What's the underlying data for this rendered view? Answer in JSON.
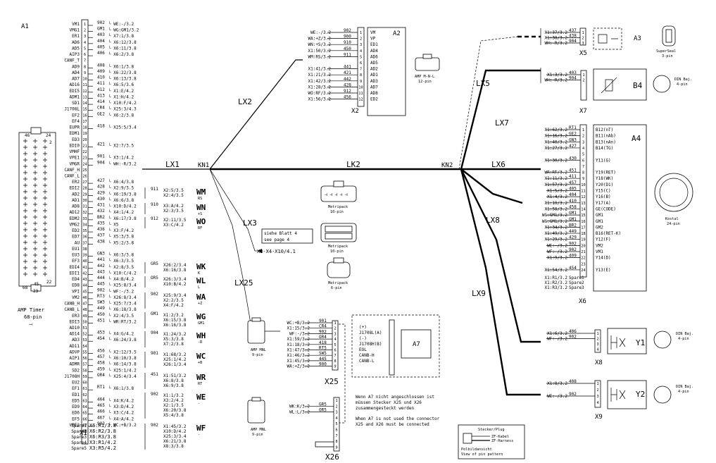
{
  "a1": {
    "title": "A1",
    "caption": [
      "AMP Timer",
      "68-pin"
    ],
    "plug_numbers": [
      "46",
      "24",
      "2",
      "68",
      "45",
      "22",
      "23"
    ],
    "pins": [
      {
        "n": "1",
        "label": "VM1",
        "wire": "902",
        "dest": "WE:-/3.2"
      },
      {
        "n": "2",
        "label": "VMG1",
        "wire": "GM1",
        "dest": "WG:GM1/3.2"
      },
      {
        "n": "3",
        "label": "ER1",
        "wire": "403",
        "dest": "X7:1/3.8"
      },
      {
        "n": "4",
        "label": "AD6",
        "wire": "404",
        "dest": "X6:12/3.8"
      },
      {
        "n": "5",
        "label": "AD5",
        "wire": "405",
        "dest": "X6:11/3.8"
      },
      {
        "n": "6",
        "label": "AIP3",
        "wire": "406",
        "dest": "X6:2/3.8"
      },
      {
        "n": "7",
        "label": "CANF_T",
        "wire": "",
        "dest": ""
      },
      {
        "n": "8",
        "label": "AD9",
        "wire": "408",
        "dest": "X6:1/3.8"
      },
      {
        "n": "9",
        "label": "AD4",
        "wire": "409",
        "dest": "X6:22/3.8"
      },
      {
        "n": "10",
        "label": "AD7",
        "wire": "410",
        "dest": "X6:13/3.8"
      },
      {
        "n": "11",
        "label": "AD16",
        "wire": "411",
        "dest": "X6:5/3.6"
      },
      {
        "n": "12",
        "label": "EDI5",
        "wire": "412",
        "dest": "X1:E/4.2"
      },
      {
        "n": "13",
        "label": "ADM1",
        "wire": "413",
        "dest": "X1:H/4.2"
      },
      {
        "n": "14",
        "label": "SD1",
        "wire": "414",
        "dest": "X10:F/4.2"
      },
      {
        "n": "15",
        "label": "J1708L",
        "wire": "CR4",
        "dest": "X25:3/4.3"
      },
      {
        "n": "16",
        "label": "EF2",
        "wire": "GE2",
        "dest": "X6:2/3.8"
      },
      {
        "n": "17",
        "label": "EF4",
        "wire": "",
        "dest": ""
      },
      {
        "n": "18",
        "label": "EUPR",
        "wire": "418",
        "dest": "X25:5/3.4"
      },
      {
        "n": "19",
        "label": "EDM1",
        "wire": "",
        "dest": ""
      },
      {
        "n": "20",
        "label": "ED3",
        "wire": "",
        "dest": ""
      },
      {
        "n": "21",
        "label": "EDI0",
        "wire": "421",
        "dest": "X2:7/3.5"
      },
      {
        "n": "22",
        "label": "VMHF",
        "wire": "",
        "dest": ""
      },
      {
        "n": "23",
        "label": "VPE1",
        "wire": "901",
        "dest": "X3:1/4.2"
      },
      {
        "n": "24",
        "label": "VMGR",
        "wire": "904",
        "dest": "WH:-R/3.2"
      },
      {
        "n": "25",
        "label": "CANF_H",
        "wire": "",
        "dest": ""
      },
      {
        "n": "26",
        "label": "CANF_L",
        "wire": "",
        "dest": ""
      },
      {
        "n": "27",
        "label": "ER2",
        "wire": "427",
        "dest": "X6:4/3.8"
      },
      {
        "n": "28",
        "label": "EDI2",
        "wire": "428",
        "dest": "X2:9/3.5"
      },
      {
        "n": "29",
        "label": "AD2",
        "wire": "429",
        "dest": "X6:19/3.8"
      },
      {
        "n": "30",
        "label": "AD1",
        "wire": "430",
        "dest": "X6:6/3.8"
      },
      {
        "n": "31",
        "label": "AD8",
        "wire": "431",
        "dest": "X10:D/4.2"
      },
      {
        "n": "32",
        "label": "AD12",
        "wire": "432",
        "dest": "X4:1/4.2"
      },
      {
        "n": "33",
        "label": "EDM2",
        "wire": "BR2",
        "dest": "X6:17/3.8"
      },
      {
        "n": "34",
        "label": "VMG2",
        "wire": "435",
        "dest": "X5"
      },
      {
        "n": "35",
        "label": "ED2",
        "wire": "436",
        "dest": "X3:F/4.2"
      },
      {
        "n": "36",
        "label": "ED7",
        "wire": "437",
        "dest": "X5:3/3.8"
      },
      {
        "n": "37",
        "label": "AU",
        "wire": "438",
        "dest": "X5:2/3.8"
      },
      {
        "n": "38",
        "label": "EU1",
        "wire": "",
        "dest": ""
      },
      {
        "n": "39",
        "label": "EU3",
        "wire": "GN3",
        "dest": "X6:3/3.8"
      },
      {
        "n": "40",
        "label": "EF3",
        "wire": "441",
        "dest": "X6:3/3.5"
      },
      {
        "n": "41",
        "label": "EDI4",
        "wire": "442",
        "dest": "X2:8/3.5"
      },
      {
        "n": "42",
        "label": "EDI1",
        "wire": "443",
        "dest": "X10:C/4.2"
      },
      {
        "n": "43",
        "label": "ED4",
        "wire": "444",
        "dest": "X4:B/4.2"
      },
      {
        "n": "44",
        "label": "ED8",
        "wire": "445",
        "dest": "X25:8/3.4"
      },
      {
        "n": "45",
        "label": "VPI",
        "wire": "902",
        "dest": "WF:-/3.2"
      },
      {
        "n": "46",
        "label": "VM2",
        "wire": "RT3",
        "dest": "X26:8/3.4"
      },
      {
        "n": "47",
        "label": "CANB_H",
        "wire": "SW3",
        "dest": "X25:7/3.4"
      },
      {
        "n": "48",
        "label": "CANB_L",
        "wire": "449",
        "dest": "X6:18/3.8"
      },
      {
        "n": "49",
        "label": "ER3",
        "wire": "450",
        "dest": "X2:4/3.5"
      },
      {
        "n": "50",
        "label": "EDI3",
        "wire": "451",
        "dest": "WR:RT/3.2"
      },
      {
        "n": "51",
        "label": "AD10",
        "wire": "",
        "dest": ""
      },
      {
        "n": "52",
        "label": "AD14",
        "wire": "453",
        "dest": "X4:G/4.2"
      },
      {
        "n": "53",
        "label": "AD3",
        "wire": "454",
        "dest": "X6:24/3.8"
      },
      {
        "n": "54",
        "label": "AD11",
        "wire": "",
        "dest": ""
      },
      {
        "n": "55",
        "label": "ADVP",
        "wire": "456",
        "dest": "X2:12/3.5"
      },
      {
        "n": "56",
        "label": "AIP1",
        "wire": "457",
        "dest": "X6:10/3.8"
      },
      {
        "n": "57",
        "label": "ADMR",
        "wire": "458",
        "dest": "X6:14/3.8"
      },
      {
        "n": "58",
        "label": "SD2",
        "wire": "459",
        "dest": "X25:1/4.2"
      },
      {
        "n": "59",
        "label": "J1708H",
        "wire": "OR4",
        "dest": "X25:4/3.4"
      },
      {
        "n": "60",
        "label": "EU2",
        "wire": "",
        "dest": ""
      },
      {
        "n": "61",
        "label": "EF1",
        "wire": "RT1",
        "dest": "X6:1/3.8"
      },
      {
        "n": "62",
        "label": "ED1",
        "wire": "",
        "dest": ""
      },
      {
        "n": "63",
        "label": "ED5",
        "wire": "464",
        "dest": "X4:K/4.2"
      },
      {
        "n": "64",
        "label": "ED9",
        "wire": "465",
        "dest": "X3:D/4.2"
      },
      {
        "n": "65",
        "label": "ED6",
        "wire": "466",
        "dest": "X3:C/4.2"
      },
      {
        "n": "66",
        "label": "EF5",
        "wire": "467",
        "dest": "X4:A/4.2"
      },
      {
        "n": "67",
        "label": "VPE2",
        "wire": "903",
        "dest": "WC:+B/3.2"
      },
      {
        "n": "68",
        "label": "",
        "wire": "",
        "dest": ""
      }
    ],
    "spares": [
      {
        "label": "Spare1",
        "dest": "X6:R1/3.8"
      },
      {
        "label": "Spare2",
        "dest": "X6:R2/3.8"
      },
      {
        "label": "Spare3",
        "dest": "X6:R3/3.8"
      },
      {
        "label": "Spare4",
        "dest": "X3:R1/4.2"
      },
      {
        "label": "Spare5",
        "dest": "X3:R5/4.2"
      }
    ],
    "x1_label": "X1"
  },
  "splices": [
    {
      "id": "WM",
      "sub": "RS",
      "rows": [
        {
          "w": "911",
          "d": "X2:5/3.5"
        },
        {
          "w": "",
          "d": "X2:4/3.5"
        }
      ]
    },
    {
      "id": "WN",
      "sub": "+S",
      "rows": [
        {
          "w": "910",
          "d": "X3:A/4.2"
        },
        {
          "w": "",
          "d": "X2:3/3.5"
        }
      ]
    },
    {
      "id": "WO",
      "sub": "RF",
      "rows": [
        {
          "w": "912",
          "d": "X2:11/3.5"
        },
        {
          "w": "",
          "d": "X3:C/4.2"
        }
      ]
    },
    {
      "id": "WK",
      "sub": "K",
      "rows": [
        {
          "w": "GR5",
          "d": "X26:2/3.4"
        },
        {
          "w": "",
          "d": "X6:16/3.8"
        }
      ]
    },
    {
      "id": "WL",
      "sub": "L",
      "rows": [
        {
          "w": "OR5",
          "d": "X26:3/3.4"
        },
        {
          "w": "",
          "d": "X10:B/4.2"
        }
      ]
    },
    {
      "id": "WA",
      "sub": "+Z",
      "rows": [
        {
          "w": "902",
          "d": "X25:9/3.4"
        },
        {
          "w": "",
          "d": "X2:2/3.5"
        },
        {
          "w": "",
          "d": "X4:F/4.2"
        }
      ]
    },
    {
      "id": "WG",
      "sub": "GM1",
      "rows": [
        {
          "w": "GM1",
          "d": "X1:2/3.2"
        },
        {
          "w": "",
          "d": "X6:15/3.8"
        },
        {
          "w": "",
          "d": "X6:16/3.8"
        }
      ]
    },
    {
      "id": "WH",
      "sub": "-R",
      "rows": [
        {
          "w": "904",
          "d": "X1:24/3.2"
        },
        {
          "w": "",
          "d": "X5:3/3.8"
        },
        {
          "w": "",
          "d": "X7:2/3.8"
        }
      ]
    },
    {
      "id": "WC",
      "sub": "+B",
      "rows": [
        {
          "w": "901",
          "d": "X1:68/3.2"
        },
        {
          "w": "",
          "d": "X25:1/4.2"
        },
        {
          "w": "",
          "d": "X26:1/3.4"
        }
      ]
    },
    {
      "id": "WR",
      "sub": "RT",
      "rows": [
        {
          "w": "451",
          "d": "X1:51/3.2"
        },
        {
          "w": "",
          "d": "X6:8/3.8"
        },
        {
          "w": "",
          "d": "X6:9/3.8"
        }
      ]
    },
    {
      "id": "WE",
      "sub": "-",
      "rows": [
        {
          "w": "902",
          "d": "X1:1/3.2"
        },
        {
          "w": "",
          "d": "X3:2/4.2"
        },
        {
          "w": "",
          "d": "X2:1/3.5"
        },
        {
          "w": "",
          "d": "X6:20/3.8"
        },
        {
          "w": "",
          "d": "X5:4/3.8"
        }
      ]
    },
    {
      "id": "WF",
      "sub": "-",
      "rows": [
        {
          "w": "902",
          "d": "X1:45/3.2"
        },
        {
          "w": "",
          "d": "X10:D/4.2"
        },
        {
          "w": "",
          "d": "X25:3/3.4"
        },
        {
          "w": "",
          "d": "X6:21/3.8"
        },
        {
          "w": "",
          "d": "X8:3/3.8"
        }
      ]
    }
  ],
  "harness": {
    "lx1": "LX1",
    "kn1": "KN1",
    "lx2": "LX2",
    "lx3": "LX3",
    "lx25": "LX25",
    "lk2": "LK2",
    "kn2": "KN2",
    "lx5": "LX5",
    "lx6": "LX6",
    "lx7": "LX7",
    "lx8": "LX8",
    "lx9": "LX9",
    "ref_note": [
      "siehe Blatt 4",
      "see page 4"
    ],
    "ref_target": "X3-X4-X10/4.1"
  },
  "a2": {
    "title": "A2",
    "conn": "X2",
    "rows": [
      {
        "d": "WE:-/3.2",
        "w": "902",
        "n": "1",
        "lab": "VM"
      },
      {
        "d": "WA:+Z/3.2",
        "w": "900",
        "n": "2",
        "lab": "VP"
      },
      {
        "d": "WN:+S/3.2",
        "w": "910",
        "n": "3",
        "lab": "ED1"
      },
      {
        "d": "X1:50/3.2",
        "w": "450",
        "n": "4",
        "lab": "AD4"
      },
      {
        "d": "WM:RS/3.2",
        "w": "911",
        "n": "5",
        "lab": "AD6"
      },
      {
        "d": "",
        "w": "",
        "n": "6",
        "lab": "AD5"
      },
      {
        "d": "X1:41/3.2",
        "w": "441",
        "n": "7",
        "lab": "AD2"
      },
      {
        "d": "X1:21/3.2",
        "w": "421",
        "n": "8",
        "lab": "AD1"
      },
      {
        "d": "X1:42/3.2",
        "w": "442",
        "n": "9",
        "lab": "AD3"
      },
      {
        "d": "X1:28/3.2",
        "w": "428",
        "n": "10",
        "lab": "AD7"
      },
      {
        "d": "WO:RF/3.2",
        "w": "912",
        "n": "11",
        "lab": "AD8"
      },
      {
        "d": "X1:56/3.2",
        "w": "456",
        "n": "12",
        "lab": "ED2"
      }
    ],
    "plug_caption": [
      "AMP M-N-L",
      "12-pin"
    ]
  },
  "a3": {
    "title": "A3",
    "conn": "X5",
    "rows": [
      {
        "d": "X1:37/3.2",
        "w": "437",
        "n": "1"
      },
      {
        "d": "X1:38/3.2",
        "w": "438",
        "n": "2"
      },
      {
        "d": "WH:-R/3.2",
        "w": "904",
        "n": "3"
      }
    ],
    "plug_caption": [
      "SuperSeal",
      "3-pin"
    ]
  },
  "b4": {
    "title": "B4",
    "conn": "X7",
    "rows": [
      {
        "d": "X1:3/3.2",
        "w": "403",
        "n": "1"
      },
      {
        "d": "WH:-R/3.2",
        "w": "904",
        "n": "2"
      }
    ],
    "plug_caption": [
      "DIN Baj.",
      "4-pin"
    ]
  },
  "a4": {
    "title": "A4",
    "conn": "X6",
    "rows": [
      {
        "d": "X1:62/3.2",
        "w": "RT1",
        "n": "1",
        "lab": "B12(nT)"
      },
      {
        "d": "X1:16/3.2",
        "w": "GE2",
        "n": "2",
        "lab": "B11(nAb)"
      },
      {
        "d": "X1:40/3.2",
        "w": "GN3",
        "n": "3",
        "lab": "B13(nAn)"
      },
      {
        "d": "X1:27/3.2",
        "w": "427",
        "n": "4",
        "lab": "B14(TG)"
      },
      {
        "d": "",
        "w": "",
        "n": "5",
        "lab": ""
      },
      {
        "d": "X1:30/3.2",
        "w": "430",
        "n": "6",
        "lab": "Y11(G)"
      },
      {
        "d": "",
        "w": "",
        "n": "7",
        "lab": ""
      },
      {
        "d": "WR:RT/3.2",
        "w": "451",
        "n": "8",
        "lab": "Y19(RET)"
      },
      {
        "d": "X1:11/3.2",
        "w": "411",
        "n": "9",
        "lab": "Y18(WK)"
      },
      {
        "d": "X1:57/3.2",
        "w": "457",
        "n": "10",
        "lab": "Y20(D1)"
      },
      {
        "d": "X1:5/3.2",
        "w": "405",
        "n": "11",
        "lab": "Y15(C)"
      },
      {
        "d": "X1:4/3.2",
        "w": "404",
        "n": "12",
        "lab": "Y16(B)"
      },
      {
        "d": "X1:10/3.2",
        "w": "410",
        "n": "13",
        "lab": "Y17(A)"
      },
      {
        "d": "X1:58/3.2",
        "w": "458",
        "n": "14",
        "lab": "GE(CODE)"
      },
      {
        "d": "WG:GM1/3.2",
        "w": "GM1",
        "n": "15",
        "lab": "GM1"
      },
      {
        "d": "WG:GM1/3.2",
        "w": "GM1",
        "n": "16",
        "lab": "GM1"
      },
      {
        "d": "X1:34/3.2",
        "w": "BR2",
        "n": "17",
        "lab": "GM2"
      },
      {
        "d": "X1:49/3.2",
        "w": "449",
        "n": "18",
        "lab": "B16(RET-K)"
      },
      {
        "d": "X1:29/3.2",
        "w": "429",
        "n": "19",
        "lab": "Y12(F)"
      },
      {
        "d": "WE:-/3.2",
        "w": "902",
        "n": "20",
        "lab": "VM2"
      },
      {
        "d": "WF:-/3.2",
        "w": "902",
        "n": "21",
        "lab": "VM1"
      },
      {
        "d": "X1:9/3.2",
        "w": "409",
        "n": "22",
        "lab": "Y14(D)"
      },
      {
        "d": "",
        "w": "",
        "n": "23",
        "lab": ""
      },
      {
        "d": "X1:54/3.2",
        "w": "454",
        "n": "24",
        "lab": "Y13(E)"
      }
    ],
    "spares": [
      {
        "d": "X1:R1/3.2",
        "w": "Spare1"
      },
      {
        "d": "X1:R2/3.2",
        "w": "Spare2"
      },
      {
        "d": "X1:R3/3.2",
        "w": "Spare3"
      }
    ],
    "plug_caption": [
      "Kostal",
      "24-pin"
    ]
  },
  "y1": {
    "title": "Y1",
    "conn": "X8",
    "rows": [
      {
        "d": "X1:6/3.2",
        "w": "406",
        "n": "1"
      },
      {
        "d": "WF:-/3.2",
        "w": "902",
        "n": "2"
      },
      {
        "d": "",
        "w": "",
        "n": "3"
      },
      {
        "d": "",
        "w": "",
        "n": "4"
      }
    ],
    "plug_caption": [
      "DIN Baj.",
      "4-pin"
    ]
  },
  "y2": {
    "title": "Y2",
    "conn": "X9",
    "rows": [
      {
        "d": "X1:8/3.2",
        "w": "408",
        "n": "1"
      },
      {
        "d": "",
        "w": "",
        "n": "2"
      },
      {
        "d": "WE:-/3.2",
        "w": "902",
        "n": "3"
      },
      {
        "d": "",
        "w": "",
        "n": "4"
      }
    ],
    "plug_caption": [
      "DIN Baj.",
      "4-pin"
    ]
  },
  "x25": {
    "conn": "X25",
    "rows": [
      {
        "d": "WC:+B/3.2",
        "w": "901",
        "n": "1"
      },
      {
        "d": "X1:15/3.2",
        "w": "CR4",
        "n": "2"
      },
      {
        "d": "WF:-/3.2",
        "w": "902",
        "n": "3"
      },
      {
        "d": "X1:59/3.2",
        "w": "OR4",
        "n": "4"
      },
      {
        "d": "X1:18/3.2",
        "w": "418",
        "n": "5"
      },
      {
        "d": "X1:47/3.2",
        "w": "RT5",
        "n": "6"
      },
      {
        "d": "X1:46/3.2",
        "w": "SW5",
        "n": "7"
      },
      {
        "d": "X1:45/3.2",
        "w": "445",
        "n": "8"
      },
      {
        "d": "WA:+Z/3.2",
        "w": "900",
        "n": "9"
      }
    ],
    "plug_caption": [
      "AMP MNL",
      "9-pin"
    ]
  },
  "x26": {
    "conn": "X26",
    "rows": [
      {
        "d": "",
        "w": "",
        "n": "1"
      },
      {
        "d": "WK:K/3.2",
        "w": "GR5",
        "n": "2"
      },
      {
        "d": "WL:L/3.2",
        "w": "OR5",
        "n": "3"
      },
      {
        "d": "",
        "w": "",
        "n": "4"
      },
      {
        "d": "",
        "w": "",
        "n": "5"
      },
      {
        "d": "",
        "w": "",
        "n": "6"
      },
      {
        "d": "",
        "w": "",
        "n": "7"
      },
      {
        "d": "",
        "w": "",
        "n": "8"
      },
      {
        "d": "",
        "w": "",
        "n": "9"
      }
    ],
    "plug_caption": [
      "AMP MNL",
      "9-pin"
    ]
  },
  "a7": {
    "title": "A7",
    "labels": [
      "(+)",
      "J1708L(A)",
      "(-)",
      "J1708H(B)",
      "EOL",
      "CANB-H",
      "CANB-L"
    ]
  },
  "metripack": [
    {
      "caption": [
        "Metripack",
        "10-pin"
      ]
    },
    {
      "caption": [
        "Metripack",
        "10-pin"
      ]
    },
    {
      "caption": [
        "Metripack",
        "6-pin"
      ]
    }
  ],
  "notes": {
    "de": [
      "Wenn A7 nicht angeschlossen ist",
      "müssen Stecker X25 und X26",
      "zusammengesteckt werden"
    ],
    "en": [
      "When A7 is not used the connector",
      "X25 and X26 must be connected"
    ]
  },
  "legend": {
    "title": "Stecker/Plug",
    "lines": [
      "ZF-Kabel",
      "ZF-Harness"
    ],
    "caption": [
      "Polbildansicht",
      "View of pin pattern"
    ]
  }
}
